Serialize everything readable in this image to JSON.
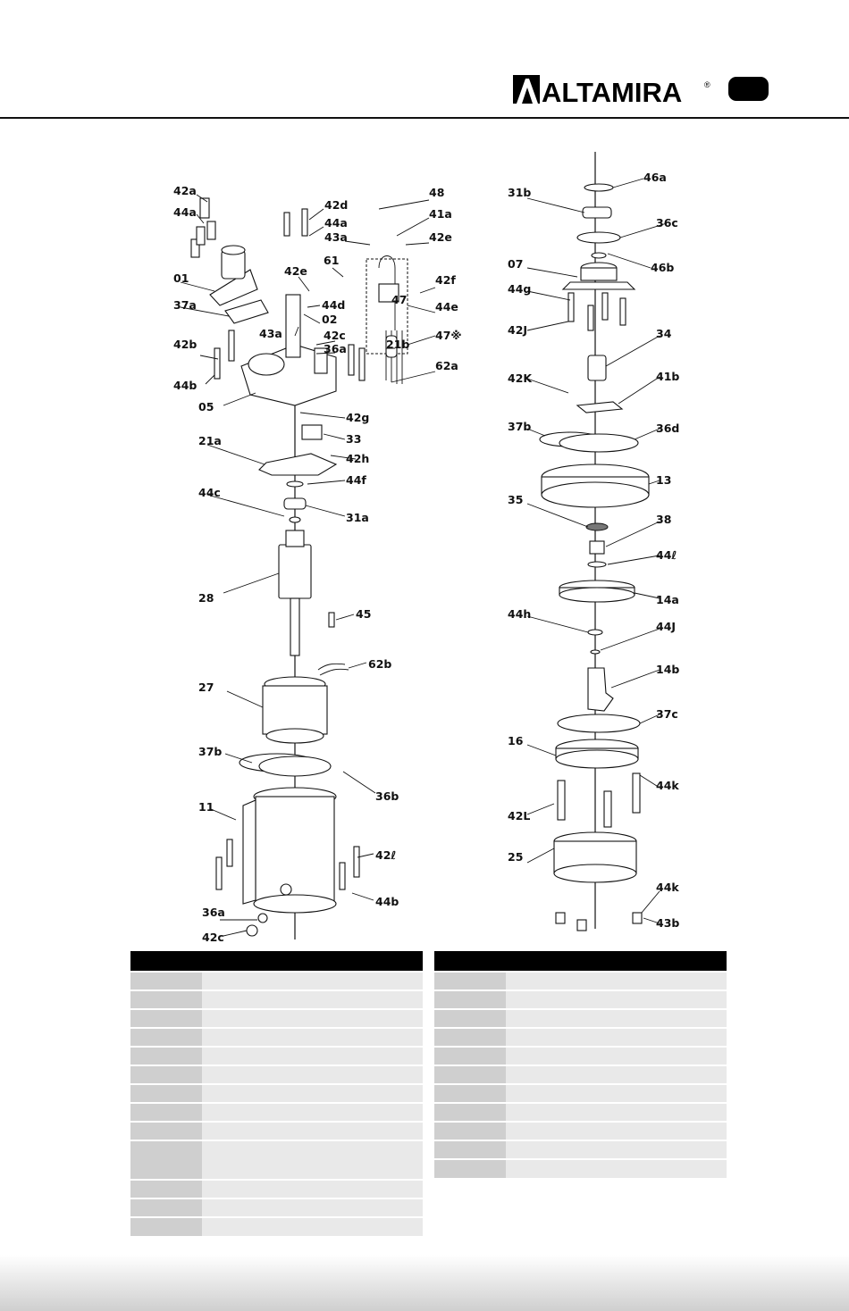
{
  "brand": {
    "name": "ALTAMIRA",
    "mark": "®"
  },
  "diagram_left": {
    "labels": [
      "42a",
      "44a",
      "42d",
      "44a",
      "48",
      "41a",
      "43a",
      "42e",
      "61",
      "01",
      "42e",
      "42f",
      "47",
      "37a",
      "44d",
      "02",
      "44e",
      "43a",
      "42c",
      "47※",
      "36a",
      "21b",
      "42b",
      "62a",
      "44b",
      "05",
      "42g",
      "33",
      "21a",
      "42h",
      "44f",
      "44c",
      "31a",
      "28",
      "45",
      "62b",
      "27",
      "37b",
      "36b",
      "11",
      "42ℓ",
      "44b",
      "36a",
      "42c"
    ]
  },
  "diagram_right": {
    "labels": [
      "46a",
      "31b",
      "36c",
      "07",
      "46b",
      "44g",
      "42J",
      "34",
      "42K",
      "41b",
      "37b",
      "36d",
      "13",
      "35",
      "38",
      "44ℓ",
      "14a",
      "44h",
      "44J",
      "14b",
      "37c",
      "16",
      "44k",
      "42L",
      "25",
      "44k",
      "43b"
    ]
  },
  "table_left": {
    "headers": [
      "",
      ""
    ],
    "rows": [
      [
        "",
        ""
      ],
      [
        "",
        ""
      ],
      [
        "",
        ""
      ],
      [
        "",
        ""
      ],
      [
        "",
        ""
      ],
      [
        "",
        ""
      ],
      [
        "",
        ""
      ],
      [
        "",
        ""
      ],
      [
        "",
        ""
      ],
      [
        "",
        ""
      ],
      [
        "",
        ""
      ],
      [
        "",
        ""
      ],
      [
        "",
        ""
      ]
    ]
  },
  "table_right": {
    "headers": [
      "",
      ""
    ],
    "rows": [
      [
        "",
        ""
      ],
      [
        "",
        ""
      ],
      [
        "",
        ""
      ],
      [
        "",
        ""
      ],
      [
        "",
        ""
      ],
      [
        "",
        ""
      ],
      [
        "",
        ""
      ],
      [
        "",
        ""
      ],
      [
        "",
        ""
      ],
      [
        "",
        ""
      ],
      [
        "",
        ""
      ]
    ]
  }
}
